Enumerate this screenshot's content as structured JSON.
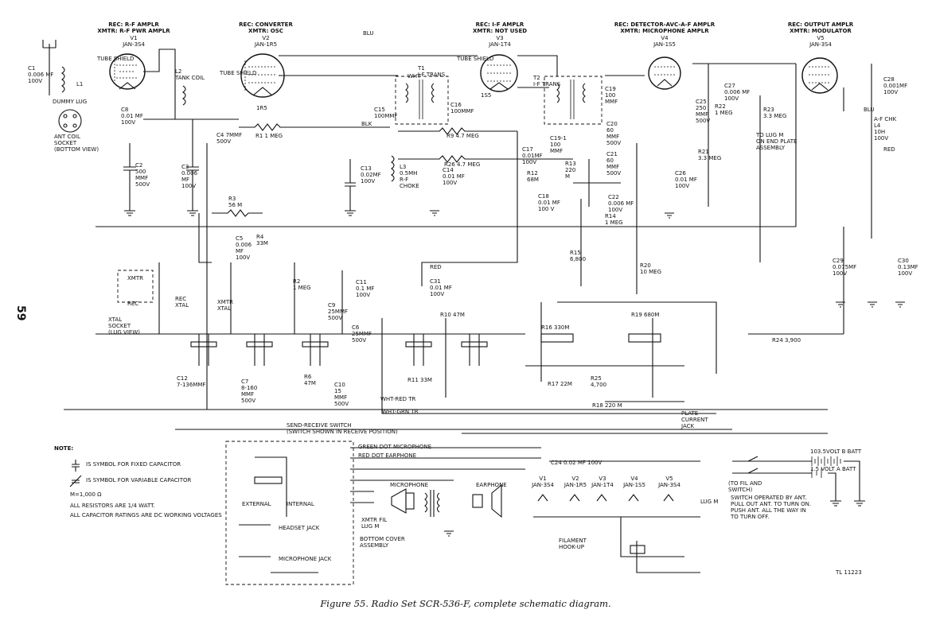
{
  "page_number": "59",
  "caption": "Figure 55.  Radio Set SCR-536-F, complete schematic diagram.",
  "tubes": [
    {
      "title1": "REC: R-F AMPLR",
      "title2": "XMTR: R-F PWR  AMPLR",
      "ref": "V1",
      "type": "JAN-3S4",
      "shield": "TUBE SHIELD"
    },
    {
      "title1": "REC: CONVERTER",
      "title2": "XMTR: OSC",
      "ref": "V2",
      "type": "JAN-1R5",
      "shield": "TUBE SHIELD"
    },
    {
      "title1": "REC: I-F AMPLR",
      "title2": "XMTR: NOT USED",
      "ref": "V3",
      "type": "JAN-1T4",
      "shield": "TUBE SHIELD"
    },
    {
      "title1": "REC: DETECTOR-AVC-A-F AMPLR",
      "title2": "XMTR: MICROPHONE AMPLR",
      "ref": "V4",
      "type": "JAN-1S5",
      "shield": ""
    },
    {
      "title1": "REC: OUTPUT AMPLR",
      "title2": "XMTR: MODULATOR",
      "ref": "V5",
      "type": "JAN-3S4",
      "shield": ""
    }
  ],
  "tube_base_labels": {
    "v2": "1R5",
    "v3": "1S5"
  },
  "components": {
    "c1": "C1\n0.006 MF\n100V",
    "l1": "L1",
    "dummy_lug": "DUMMY LUG",
    "ant_coil_socket": "ANT COIL\nSOCKET\n(BOTTOM VIEW)",
    "c8": "C8\n0.01 MF\n100V",
    "c2": "C2\n500\nMMF\n500V",
    "l2": "L2\nTANK COIL",
    "c3": "C3\n0.006\nMF\n100V",
    "c4": "C4 7MMF\n500V",
    "r1": "R1  1 MEG",
    "r3": "R3\n56 M",
    "c5": "C5\n0.006\nMF\n100V",
    "r4": "R4\n33M",
    "t1": "T1\nI-F TRANS",
    "c15": "C15\n100MMF",
    "c16": "C16\n100MMF",
    "c13": "C13\n0.02MF\n100V",
    "l3": "L3\n0.5MH\nR-F\nCHOKE",
    "r9": "R9  4.7 MEG",
    "r26": "R26  4.7 MEG",
    "c14": "C14\n0.01 MF\n100V",
    "r12": "R12\n68M",
    "c18": "C18\n0.01 MF\n100 V",
    "t2": "T2\nI-F TRANS",
    "c19": "C19\n100\nMMF",
    "c17": "C17\n0.01MF\n100V",
    "c19_1": "C19-1\n100\nMMF",
    "c20": "C20\n60\nMMF\n500V",
    "r13": "R13\n220\nM",
    "c21": "C21\n60\nMMF\n500V",
    "c22": "C22\n0.006 MF\n100V",
    "r14": "R14\n1 MEG",
    "r15": "R15\n6,800",
    "c25": "C25\n250\nMMF\n500V",
    "r22": "R22\n1 MEG",
    "c27": "C27\n0.006 MF\n100V",
    "r23": "R23\n3.3 MEG",
    "r21": "R21\n3.3 MEG",
    "c26": "C26\n0.01 MF\n100V",
    "c28": "C28\n0.001MF\n100V",
    "l4": "A-F CHK\nL4\n10H\n100V",
    "to_lug_m": "TO LUG M\nON END PLATE\nASSEMBLY",
    "r20": "R20\n10 MEG",
    "c29": "C29\n0.075MF\n100V",
    "c30": "C30\n0.13MF\n100V",
    "c11": "C11\n0.1 MF\n100V",
    "r2": "R2\n1 MEG",
    "c31": "C31\n0.01 MF\n100V",
    "r10": "R10  47M",
    "c9": "C9\n25MMF\n500V",
    "c6": "C6\n25MMF\n500V",
    "rec_xtal": "REC\nXTAL",
    "xmtr_xtal": "XMTR\nXTAL",
    "xtal_socket": "XTAL\nSOCKET\n(LUG VIEW)",
    "xtal_xmtr": "XMTR",
    "xtal_rec": "REC",
    "c12": "C12\n7-136MMF",
    "c7": "C7\n8-160\nMMF\n500V",
    "r6": "R6\n47M",
    "c10": "C10\n15\nMMF\n500V",
    "r11": "R11  33M",
    "r16": "R16  330M",
    "r19": "R19  680M",
    "r24": "R24  3,900",
    "r17": "R17  22M",
    "r25": "R25\n4,700",
    "r18": "R18  220 M",
    "c24": "C24  0.02 MF 100V"
  },
  "switch_labels": {
    "title": "SEND-RECEIVE SWITCH\n(SWITCH SHOWN IN RECEIVE POSITION)",
    "wht_red": "WHT-RED TR",
    "wht_grn": "WHT-GRN TR",
    "green_dot": "GREEN DOT MICROPHONE",
    "red_dot": "RED DOT EARPHONE",
    "plate_jack": "PLATE\nCURRENT\nJACK"
  },
  "wire_colors": {
    "blu": "BLU",
    "wht": "WHT",
    "blk": "BLK",
    "red": "RED"
  },
  "battery": {
    "b": "103.5VOLT B BATT",
    "a": "1.5 VOLT A BATT",
    "to_fil": "(TO FIL AND\nSWITCH)",
    "note": "SWITCH OPERATED BY ANT.\nPULL OUT ANT. TO TURN ON.\nPUSH ANT. ALL THE WAY IN\nTO TURN OFF."
  },
  "filament": {
    "tubes": [
      "V1\nJAN-3S4",
      "V2\nJAN-1R5",
      "V3\nJAN-1T4",
      "V4\nJAN-1S5",
      "V5\nJAN-3S4"
    ],
    "title": "FILAMENT\nHOOK-UP",
    "lug": "LUG M"
  },
  "bottom_assembly": {
    "external": "EXTERNAL",
    "internal": "INTERNAL",
    "headset": "HEADSET JACK",
    "microphone_jack": "MICROPHONE JACK",
    "xmtr_fil": "XMTR FIL\nLUG M",
    "cover": "BOTTOM COVER\nASSEMBLY",
    "microphone": "MICROPHONE",
    "earphone": "EARPHONE"
  },
  "notes": {
    "title": "NOTE:",
    "lines": [
      "IS SYMBOL FOR FIXED CAPACITOR",
      "IS SYMBOL FOR VARIABLE CAPACITOR",
      "M=1,000 Ω",
      "ALL RESISTORS ARE 1/4 WATT.",
      "ALL CAPACITOR RATINGS ARE DC WORKING VOLTAGES"
    ]
  },
  "drawing_number": "TL 11223"
}
